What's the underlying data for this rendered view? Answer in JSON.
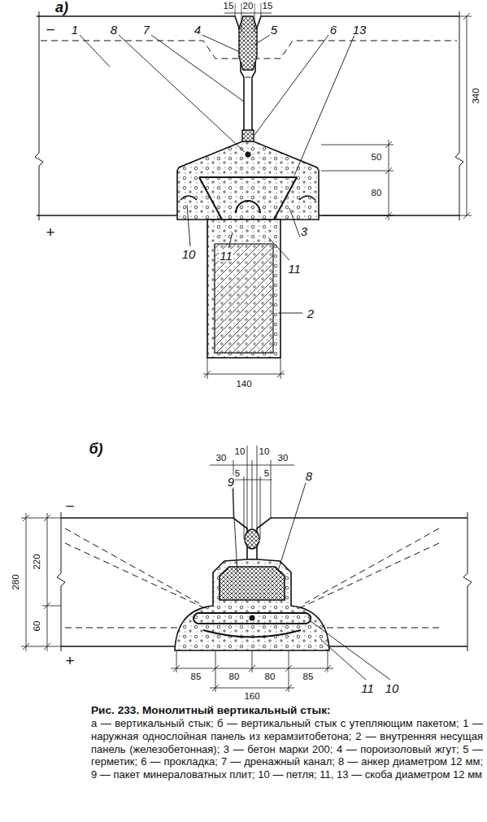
{
  "diagram": {
    "title": "Рис. 233. Монолитный вертикальный стык:",
    "caption": "а — вертикальный стык; б — вертикальный стык с утепляющим пакетом; 1 — наружная однослойная панель из керамзитобетона; 2 — внутренняя несущая панель (железобетонная); 3 — бетон марки 200; 4 — пороизоловый жгут; 5 — герметик; 6 — прокладка; 7 — дренажный канал; 8 — анкер диаметром 12 мм; 9 — пакет минераловатных плит; 10 — петля; 11, 13 — скоба диаметром 12 мм",
    "labels": [
      "а)",
      "1",
      "8",
      "7",
      "4",
      "15",
      "20",
      "15",
      "5",
      "6",
      "13",
      "−",
      "340",
      "50",
      "80",
      "+",
      "10",
      "11",
      "3",
      "11",
      "2",
      "140",
      "б)",
      "30",
      "10",
      "10",
      "30",
      "5",
      "5",
      "9",
      "8",
      "280",
      "220",
      "60",
      "−",
      "+",
      "85",
      "80",
      "80",
      "85",
      "160",
      "11",
      "10"
    ]
  }
}
